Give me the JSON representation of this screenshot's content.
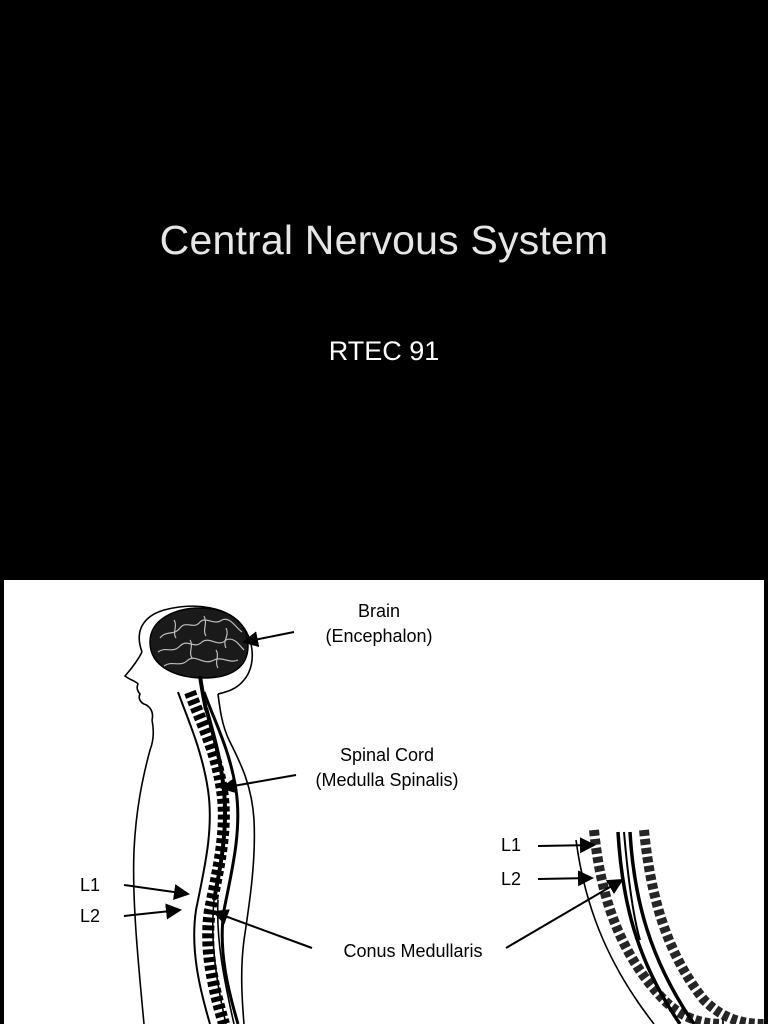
{
  "slide": {
    "title": "Central Nervous System",
    "subtitle": "RTEC 91",
    "background_color": "#000000"
  },
  "figure": {
    "labels": {
      "brain": "Brain",
      "brain_latin": "(Encephalon)",
      "spinal_cord": "Spinal Cord",
      "spinal_cord_latin": "(Medulla Spinalis)",
      "conus": "Conus Medullaris",
      "left_l1": "L1",
      "left_l2": "L2",
      "right_l1": "L1",
      "right_l2": "L2"
    }
  }
}
